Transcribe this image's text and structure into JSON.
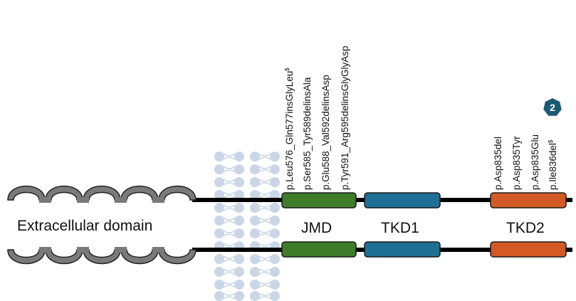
{
  "labels": {
    "extracellular": "Extracellular domain",
    "jmd": "JMD",
    "tkd1": "TKD1",
    "tkd2": "TKD2"
  },
  "jmd_mutations": [
    {
      "text": "p.Leu576_Gln577insGlyLeu",
      "sup": "$"
    },
    {
      "text": "p.Ser585_Tyr589delinsAla",
      "sup": ""
    },
    {
      "text": "p.Glu588_Val592delinsAsp",
      "sup": ""
    },
    {
      "text": "p.Tyr591_Arg595delinsGlyGlyAsp",
      "sup": ""
    }
  ],
  "tkd2_mutations": [
    {
      "text": "p.Asp835del",
      "sup": ""
    },
    {
      "text": "p.Asp835Tyr",
      "sup": ""
    },
    {
      "text": "p.Asp835Glu",
      "sup": ""
    },
    {
      "text": "p.Ile836del",
      "sup": "$"
    }
  ],
  "badge": "2",
  "colors": {
    "jmd": "#3f7d2a",
    "tkd1": "#1e6f94",
    "tkd2": "#d35a24",
    "extracellular": "#7a7a7a",
    "membrane": "#c9d6e6",
    "badge": "#1b5a73"
  }
}
